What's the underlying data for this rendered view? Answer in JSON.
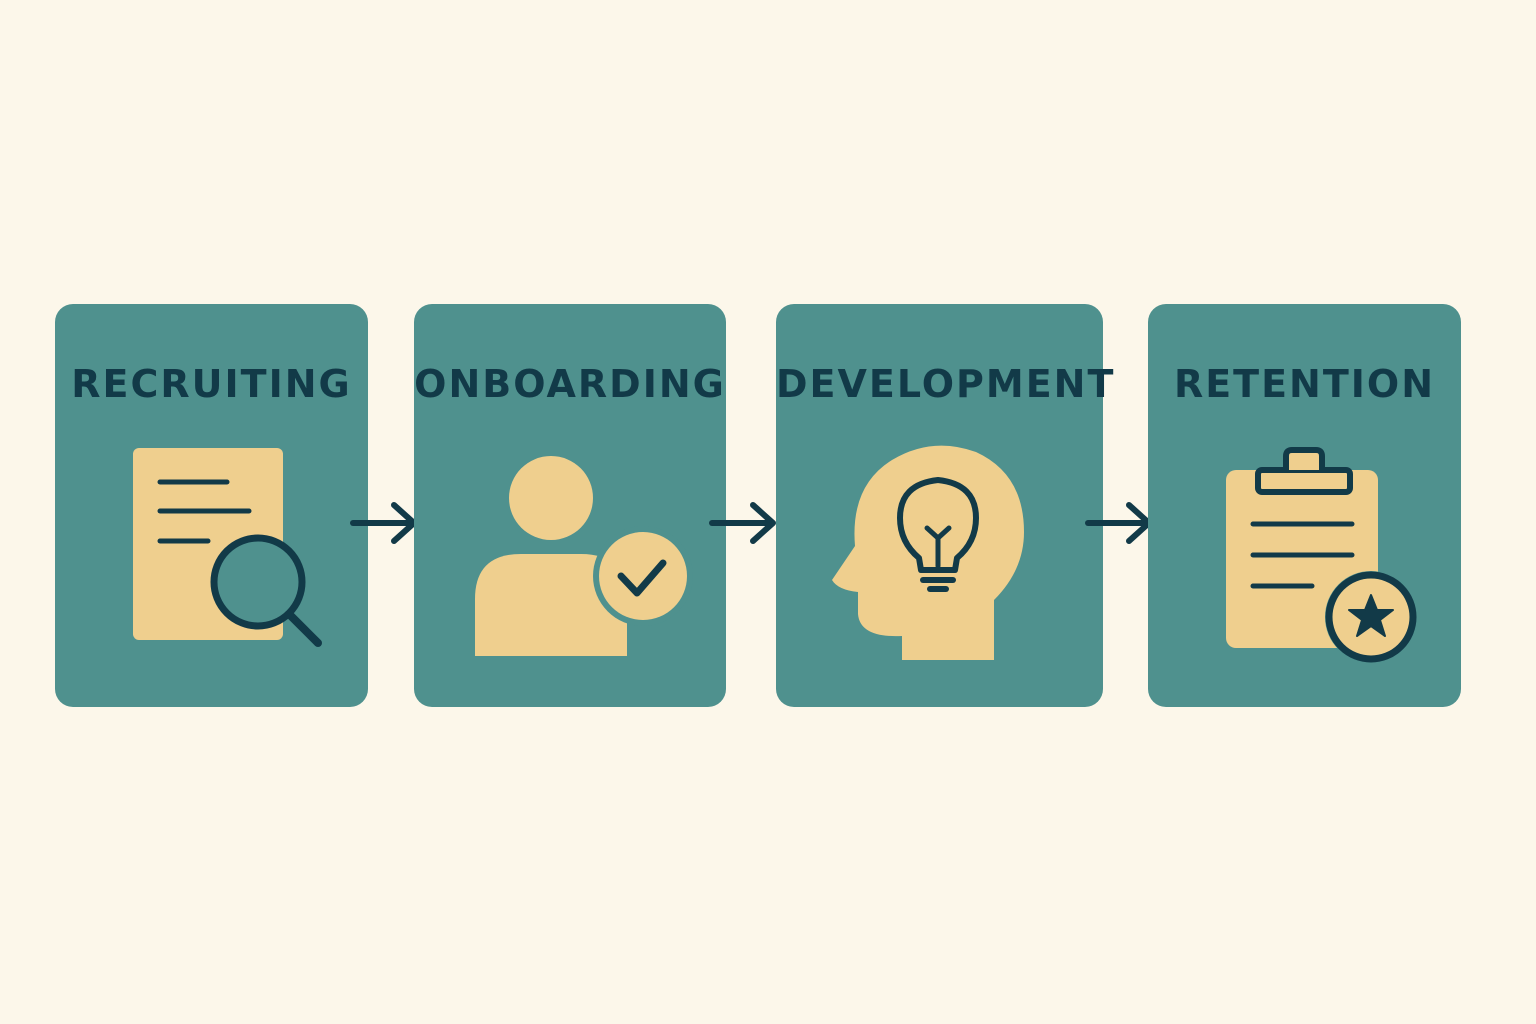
{
  "colors": {
    "background": "#fcf7ea",
    "card": "#4f918e",
    "accent": "#efcf8e",
    "ink": "#123a48"
  },
  "stages": [
    {
      "title": "RECRUITING",
      "icon": "resume-search-icon"
    },
    {
      "title": "ONBOARDING",
      "icon": "person-check-icon"
    },
    {
      "title": "DEVELOPMENT",
      "icon": "head-lightbulb-icon"
    },
    {
      "title": "RETENTION",
      "icon": "clipboard-star-icon"
    }
  ],
  "connectors": [
    "arrow-right-icon",
    "arrow-right-icon",
    "arrow-right-icon"
  ]
}
